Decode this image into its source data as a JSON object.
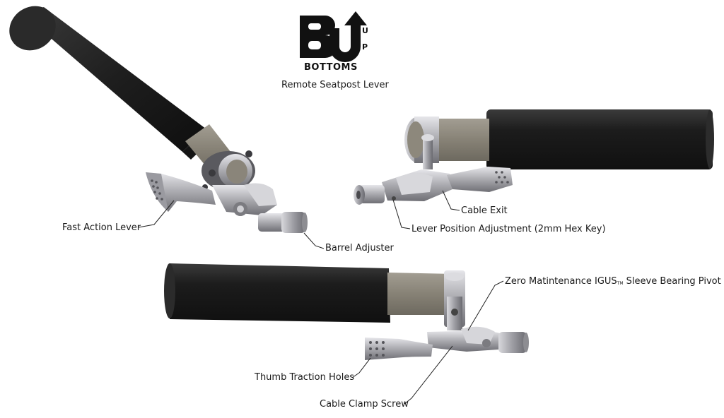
{
  "logo": {
    "brand": "BOTTOMS",
    "up_letters": [
      "U",
      "P"
    ],
    "mark": "BU"
  },
  "subtitle": "Remote Seatpost Lever",
  "callouts": {
    "fast_action_lever": "Fast Action Lever",
    "barrel_adjuster": "Barrel Adjuster",
    "cable_exit": "Cable Exit",
    "lever_position_adjustment": "Lever Position Adjustment (2mm Hex Key)",
    "zero_maintenance_prefix": "Zero Matintenance IGUS",
    "zero_maintenance_tm": "TM",
    "zero_maintenance_suffix": " Sleeve Bearing Pivot",
    "thumb_traction_holes": "Thumb Traction Holes",
    "cable_clamp_screw": "Cable Clamp Screw"
  },
  "colors": {
    "grip": "#232323",
    "grip_highlight": "#3a3a3a",
    "bar": "#8c877d",
    "metal": "#b9b9bd",
    "metal_dark": "#6e6e73",
    "leader": "#222222"
  }
}
